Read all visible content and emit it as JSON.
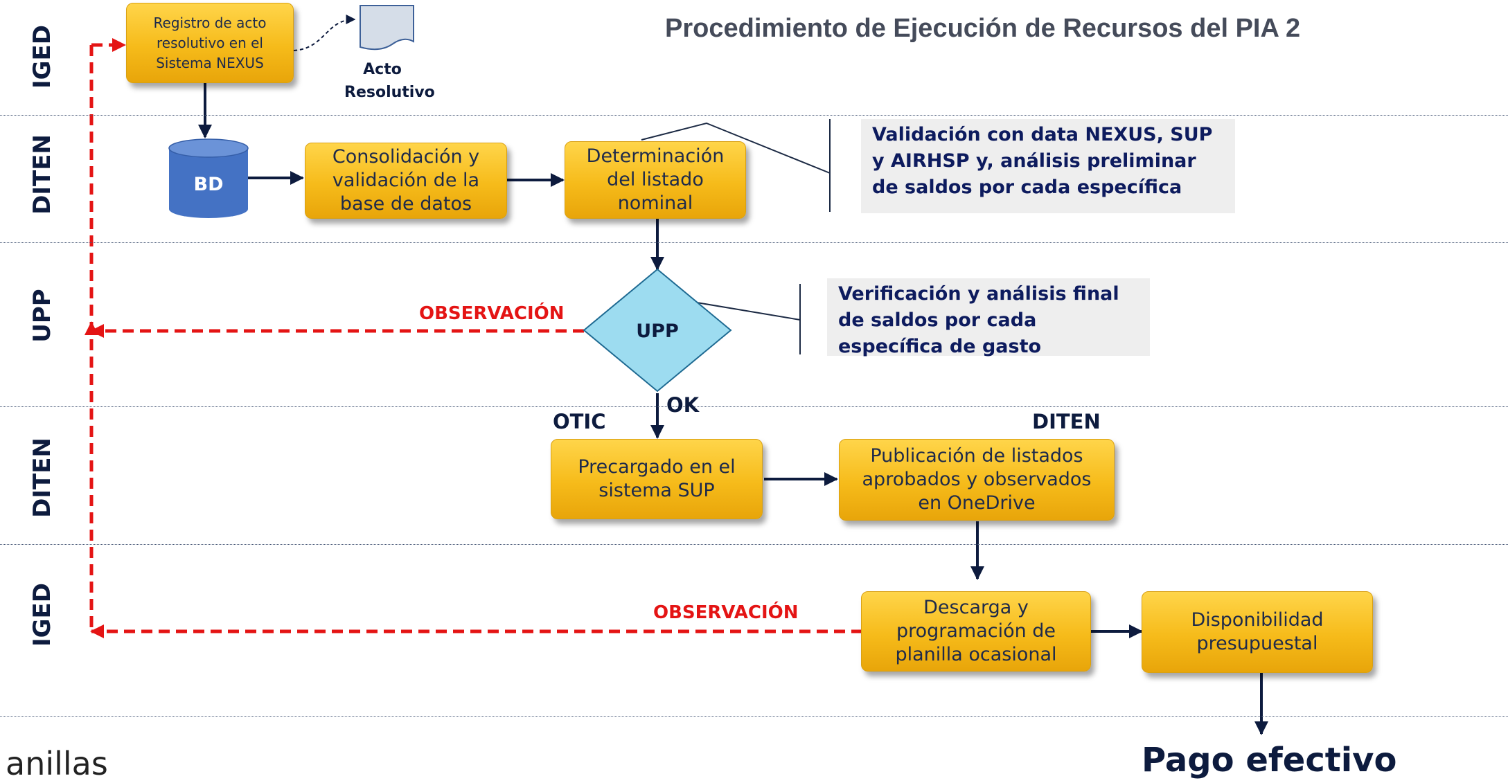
{
  "title": "Procedimiento de Ejecución de Recursos del PIA 2",
  "lanes": [
    {
      "label": "IGED"
    },
    {
      "label": "DITEN"
    },
    {
      "label": "UPP"
    },
    {
      "label": "DITEN"
    },
    {
      "label": "IGED"
    }
  ],
  "nodes": {
    "registro": "Registro de acto\nresolutivo en el\nSistema NEXUS",
    "acto_resolutivo": "Acto\nResolutivo",
    "bd": "BD",
    "consolidacion": "Consolidación y\nvalidación de la\nbase de datos",
    "determinacion": "Determinación\ndel listado\nnominal",
    "upp_decision": "UPP",
    "precargado": "Precargado en el\nsistema SUP",
    "publicacion": "Publicación de listados\naprobados y observados\nen OneDrive",
    "descarga": "Descarga y\nprogramación de\nplanilla ocasional",
    "disponibilidad": "Disponibilidad\npresupuestal"
  },
  "notes": {
    "validacion": "Validación con data NEXUS, SUP\ny AIRHSP y, análisis preliminar\nde saldos por cada específica",
    "verificacion": "Verificación y análisis final\nde saldos por cada\nespecífica de gasto"
  },
  "labels": {
    "observacion_upp": "OBSERVACIÓN",
    "observacion_iged": "OBSERVACIÓN",
    "ok": "OK",
    "otic": "OTIC",
    "diten": "DITEN",
    "pago_efectivo": "Pago efectivo",
    "footer_fragment": "anillas"
  },
  "colors": {
    "process_box": "#f6bb1a",
    "database": "#4472c4",
    "decision": "#9ddcf0",
    "flow_arrow": "#0d1b3e",
    "observation": "#e41414",
    "note_bg": "#eeeeee"
  }
}
